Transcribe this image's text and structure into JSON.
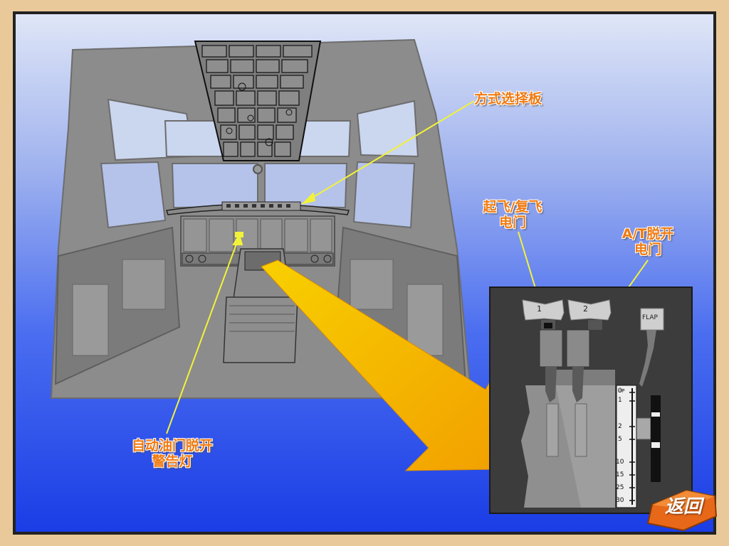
{
  "labels": {
    "mode_panel": "方式选择板",
    "toga_line1": "起飞/复飞",
    "toga_line2": "电门",
    "at_line1": "A/T脱开",
    "at_line2": "电门",
    "warn_line1": "自动油门脱开",
    "warn_line2": "警告灯"
  },
  "throttle": {
    "lever1": "1",
    "lever2": "2",
    "flap": "FLAP",
    "flap_top": "UP",
    "scale": [
      "0",
      "1",
      "2",
      "5",
      "10",
      "15",
      "25",
      "30"
    ]
  },
  "nav": {
    "return": "返回"
  },
  "colors": {
    "label": "#f07a10",
    "arrow": "#f5b800",
    "pointer": "#f2f23a",
    "cockpit": "#8c8c8c",
    "panel_bg": "#3c3c3c"
  }
}
